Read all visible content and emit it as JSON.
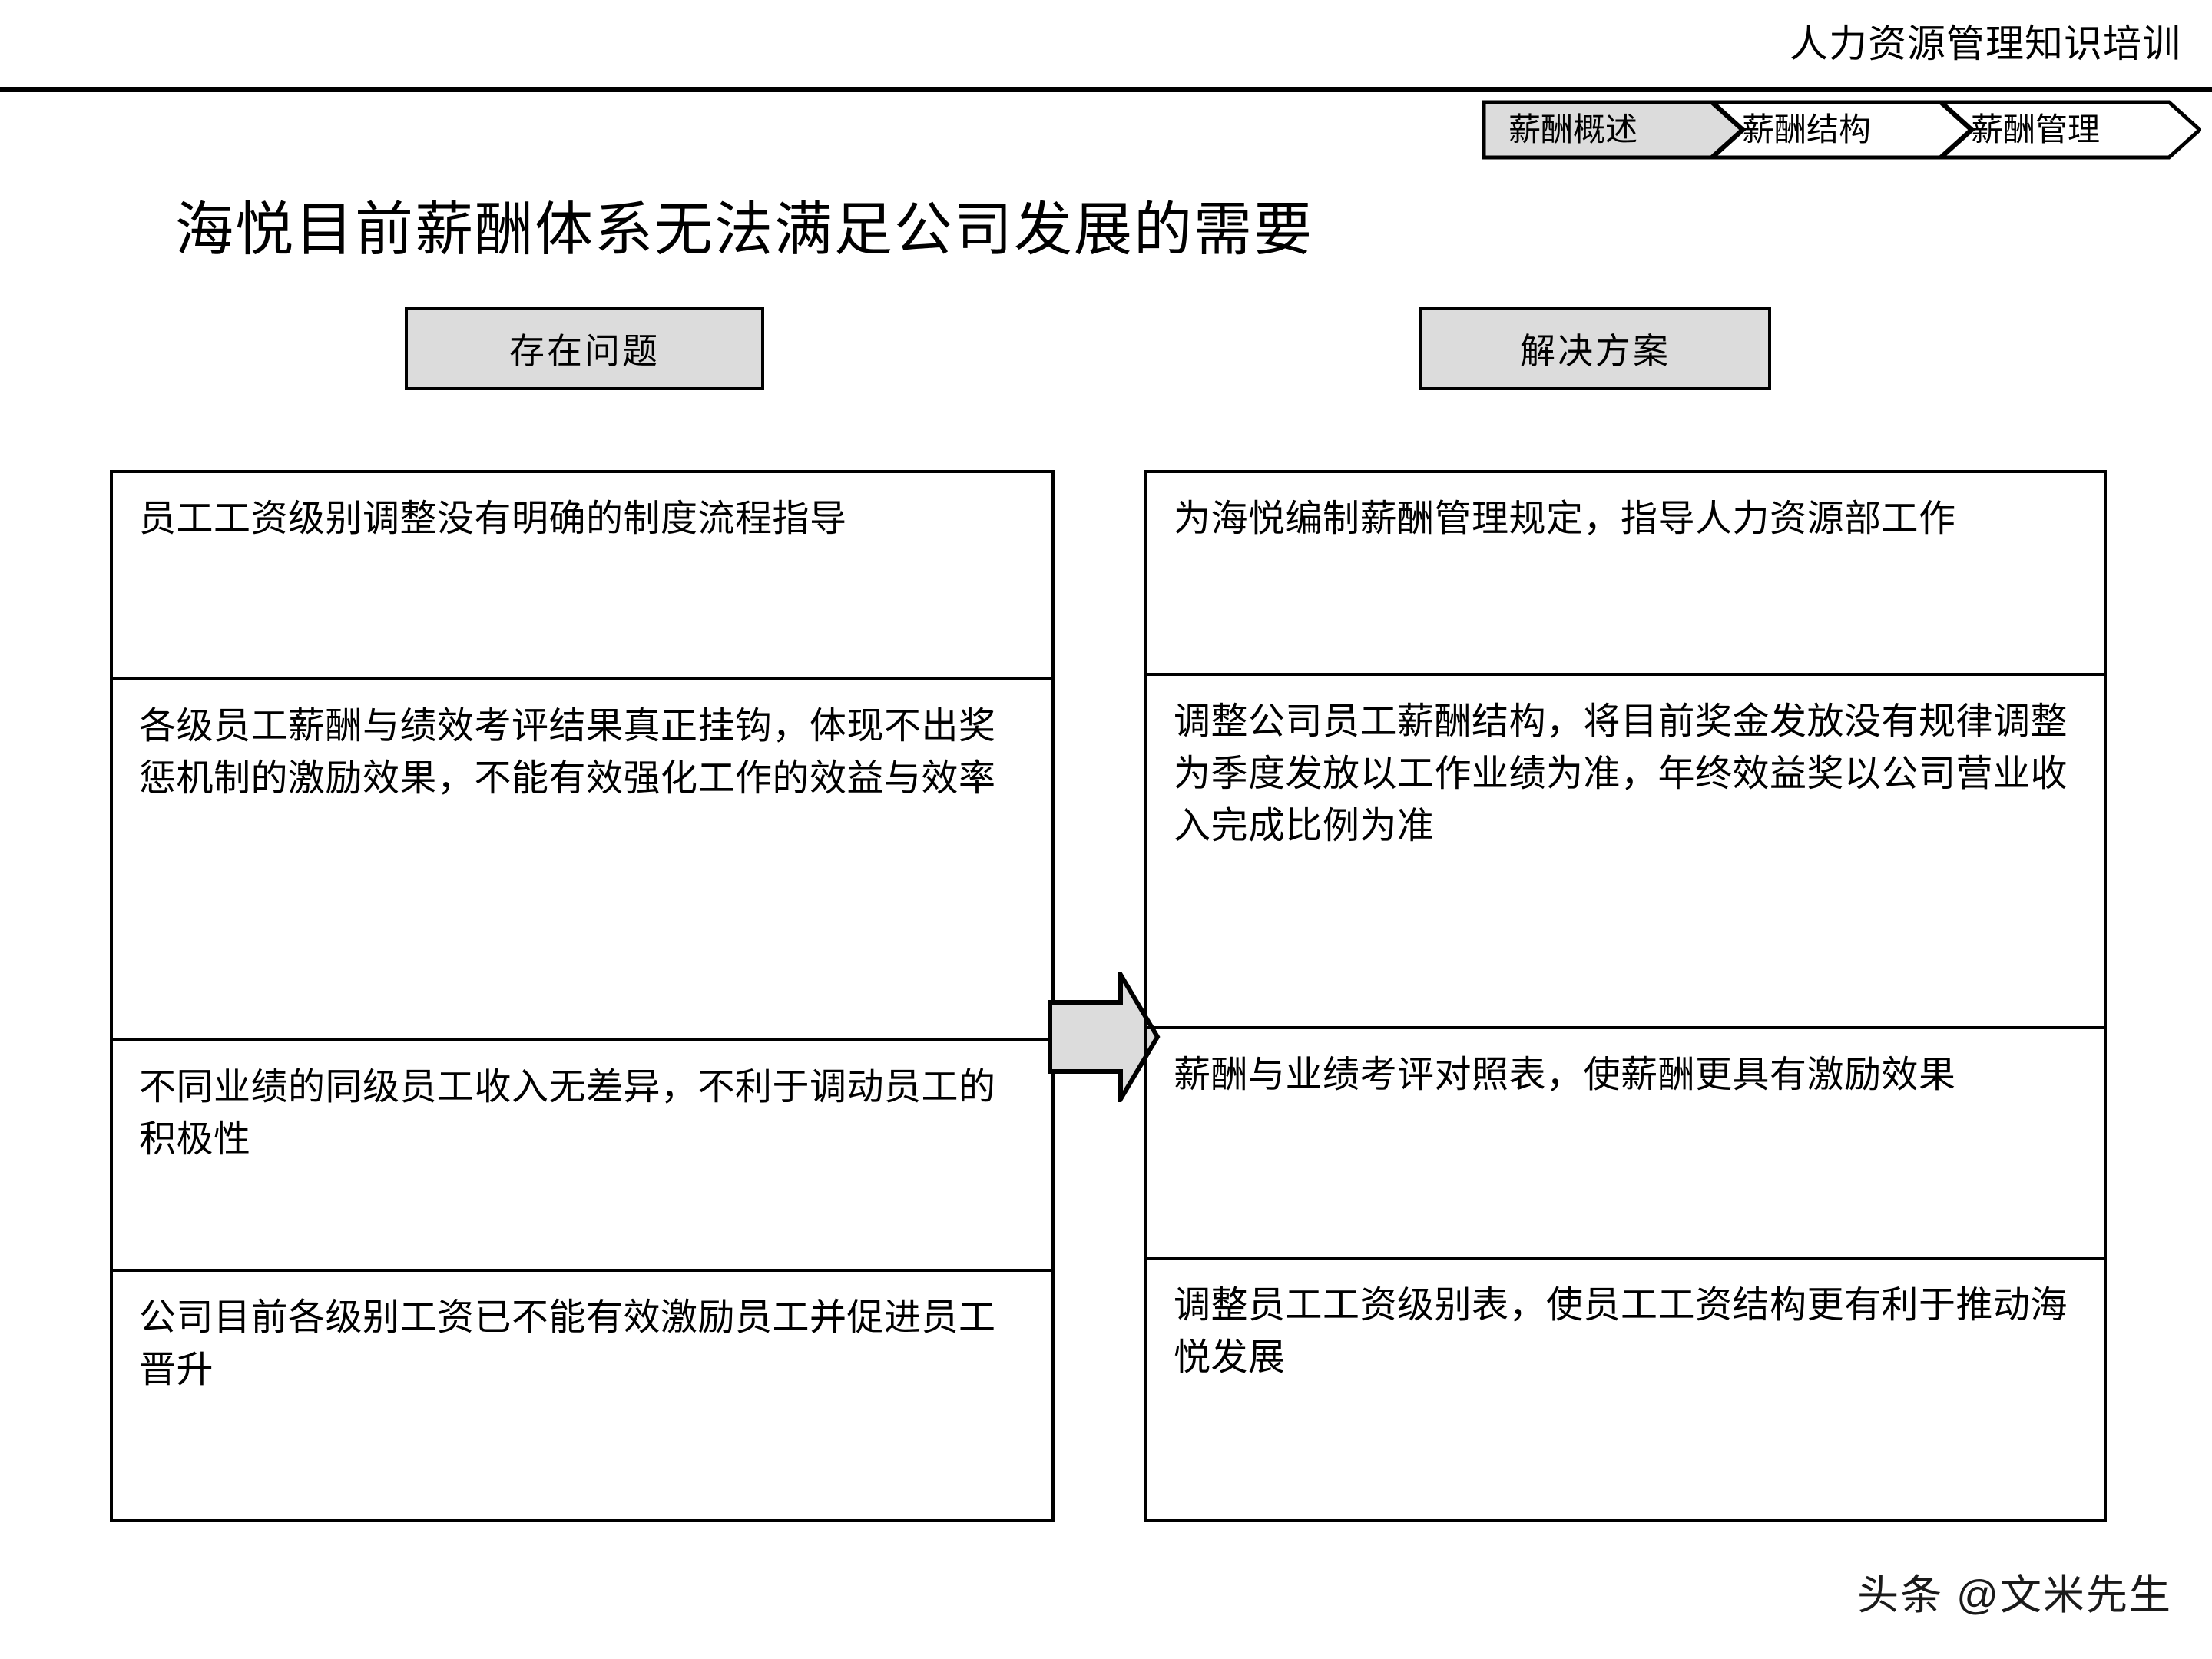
{
  "header": {
    "title": "人力资源管理知识培训",
    "tabs": [
      {
        "label": "薪酬概述",
        "active": true
      },
      {
        "label": "薪酬结构",
        "active": false
      },
      {
        "label": "薪酬管理",
        "active": false
      }
    ]
  },
  "slide": {
    "title": "海悦目前薪酬体系无法满足公司发展的需要"
  },
  "columns": {
    "problems": {
      "header": "存在问题",
      "items": [
        "员工工资级别调整没有明确的制度流程指导",
        "各级员工薪酬与绩效考评结果真正挂钩，体现不出奖惩机制的激励效果，不能有效强化工作的效益与效率",
        "不同业绩的同级员工收入无差异，不利于调动员工的积极性",
        "公司目前各级别工资已不能有效激励员工并促进员工晋升"
      ]
    },
    "solutions": {
      "header": "解决方案",
      "items": [
        "为海悦编制薪酬管理规定，指导人力资源部工作",
        "调整公司员工薪酬结构，将目前奖金发放没有规律调整为季度发放以工作业绩为准，年终效益奖以公司营业收入完成比例为准",
        "薪酬与业绩考评对照表，使薪酬更具有激励效果",
        "调整员工工资级别表，使员工工资结构更有利于推动海悦发展"
      ]
    }
  },
  "arrow": {
    "name": "right-block-arrow",
    "fill": "#dcdcdc",
    "stroke": "#000000"
  },
  "watermark": {
    "text": "头条 @文米先生"
  },
  "colors": {
    "accent_fill": "#dcdcdc",
    "line": "#000000",
    "background": "#ffffff"
  }
}
